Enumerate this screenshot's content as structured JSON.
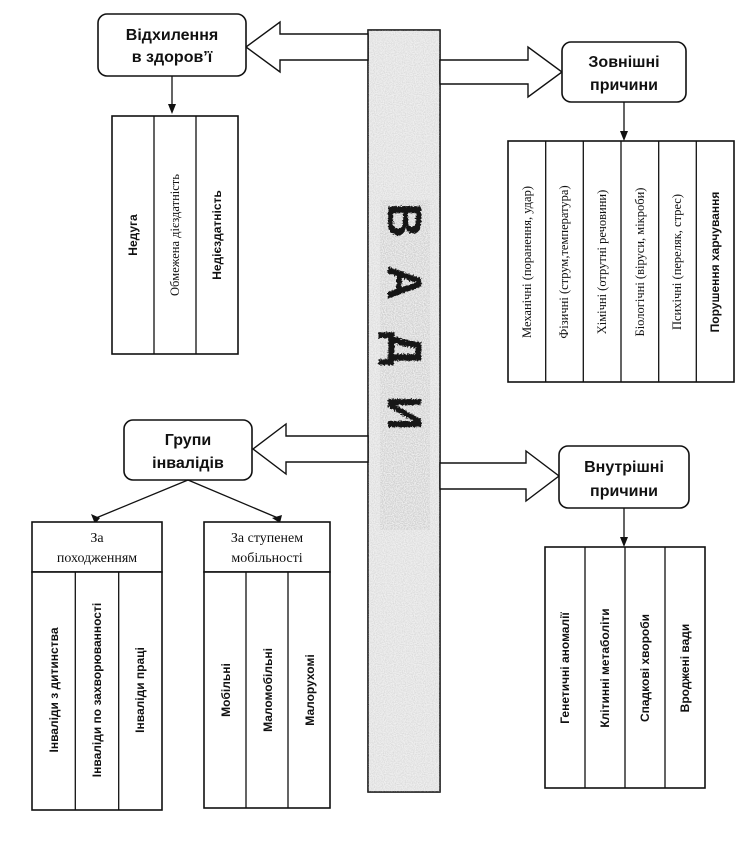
{
  "center": {
    "word": "ВАДИ"
  },
  "deviation": {
    "title": [
      "Відхилення",
      "в здоров’ї"
    ],
    "items": [
      "Недуга",
      "Обмежена дієздатність",
      "Недієздатність"
    ]
  },
  "external": {
    "title": [
      "Зовнішні",
      "причини"
    ],
    "items": [
      "Механічні (поранення, удар)",
      "Фізичні (струм,температура)",
      "Хімічні (отрутні речовини)",
      "Біологічні (віруси, мікроби)",
      "Психічні (переляк, стрес)",
      "Порушення харчування"
    ]
  },
  "groups": {
    "title": [
      "Групи",
      "інвалідів"
    ],
    "by_origin": {
      "header": [
        "За",
        "походженням"
      ],
      "items": [
        "Інваліди з дитинства",
        "Інваліди по захворюванності",
        "Інваліди праці"
      ]
    },
    "by_mobility": {
      "header": [
        "За ступенем",
        "мобільності"
      ],
      "items": [
        "Мобільні",
        "Маломобільні",
        "Малорухомі"
      ]
    }
  },
  "internal": {
    "title": [
      "Внутрішні",
      "причини"
    ],
    "items": [
      "Генетичні аномалії",
      "Клітинні метаболіти",
      "Спадкові хвороби",
      "Вроджені вади"
    ]
  }
}
